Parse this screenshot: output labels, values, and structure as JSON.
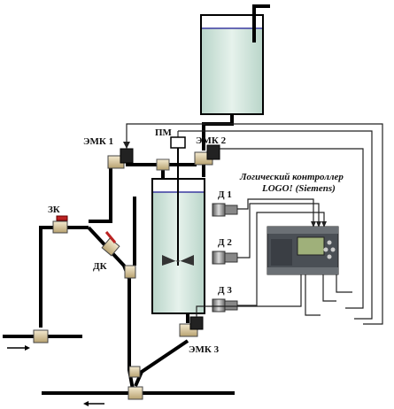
{
  "labels": {
    "emk1": "ЭМК 1",
    "emk2": "ЭМК 2",
    "emk3": "ЭМК 3",
    "pm": "ПМ",
    "zk": "ЗК",
    "dk": "ДК",
    "d1": "Д 1",
    "d2": "Д 2",
    "d3": "Д 3"
  },
  "controller_title": {
    "line1": "Логический контроллер",
    "line2": "LOGO! (Siemens)"
  },
  "colors": {
    "pipe": "#000000",
    "water": "#d8ece4",
    "water_line": "#3a3aa0",
    "wire": "#222222",
    "valve_body": "#e8d8a8",
    "controller_body": "#4a4f55",
    "controller_screen": "#9fb07a"
  }
}
